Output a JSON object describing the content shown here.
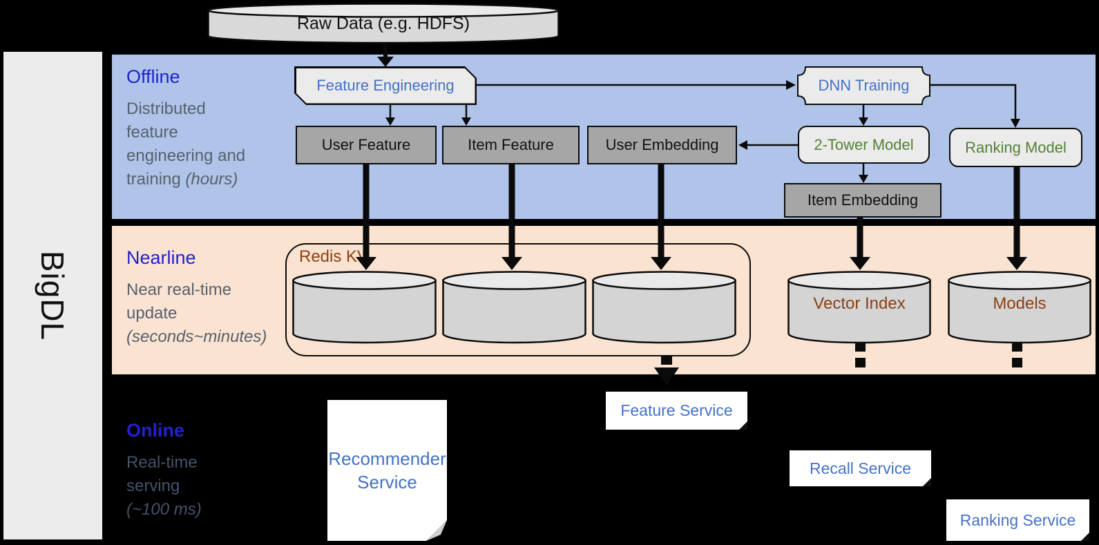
{
  "sidebar": {
    "label": "BigDL"
  },
  "colors": {
    "offline_band": "#AFC4E8",
    "nearline_band": "#FBE3D1",
    "band_label": "#2222CE",
    "muted_text": "#57606E",
    "muted_text_dark": "#44546A",
    "blue_text": "#4472C4",
    "green_text": "#548235",
    "brown_text": "#8C4013",
    "box_dark": "#A6A6A6",
    "box_light": "#EBEBEB",
    "cylinder_body": "#D4D4D4",
    "cylinder_top": "#E9E9E9",
    "sidebar_bg": "#ECECEC"
  },
  "raw_data": {
    "label": "Raw Data (e.g. HDFS)"
  },
  "bands": {
    "offline": {
      "title": "Offline",
      "desc_lines": [
        "Distributed",
        "feature",
        "engineering and"
      ],
      "desc_tail": "training ",
      "desc_tail_italic": "(hours)"
    },
    "nearline": {
      "title": "Nearline",
      "desc_lines": [
        "Near real-time",
        "update"
      ],
      "desc_tail": "",
      "desc_tail_italic": "(seconds~minutes)"
    },
    "online": {
      "title": "Online",
      "desc_lines": [
        "Real-time",
        "serving"
      ],
      "desc_tail": "",
      "desc_tail_italic": "(~100 ms)"
    }
  },
  "offline_nodes": {
    "feature_engineering": "Feature Engineering",
    "dnn_training": "DNN Training",
    "user_feature": "User Feature",
    "item_feature": "Item Feature",
    "user_embedding": "User Embedding",
    "two_tower_model": "2-Tower Model",
    "ranking_model": "Ranking Model",
    "item_embedding": "Item Embedding"
  },
  "nearline_nodes": {
    "redis_kv": "Redis KV",
    "vector_index": "Vector Index",
    "models": "Models"
  },
  "online_nodes": {
    "recommender_service": "Recommender Service",
    "feature_service": "Feature Service",
    "recall_service": "Recall Service",
    "ranking_service": "Ranking Service"
  }
}
